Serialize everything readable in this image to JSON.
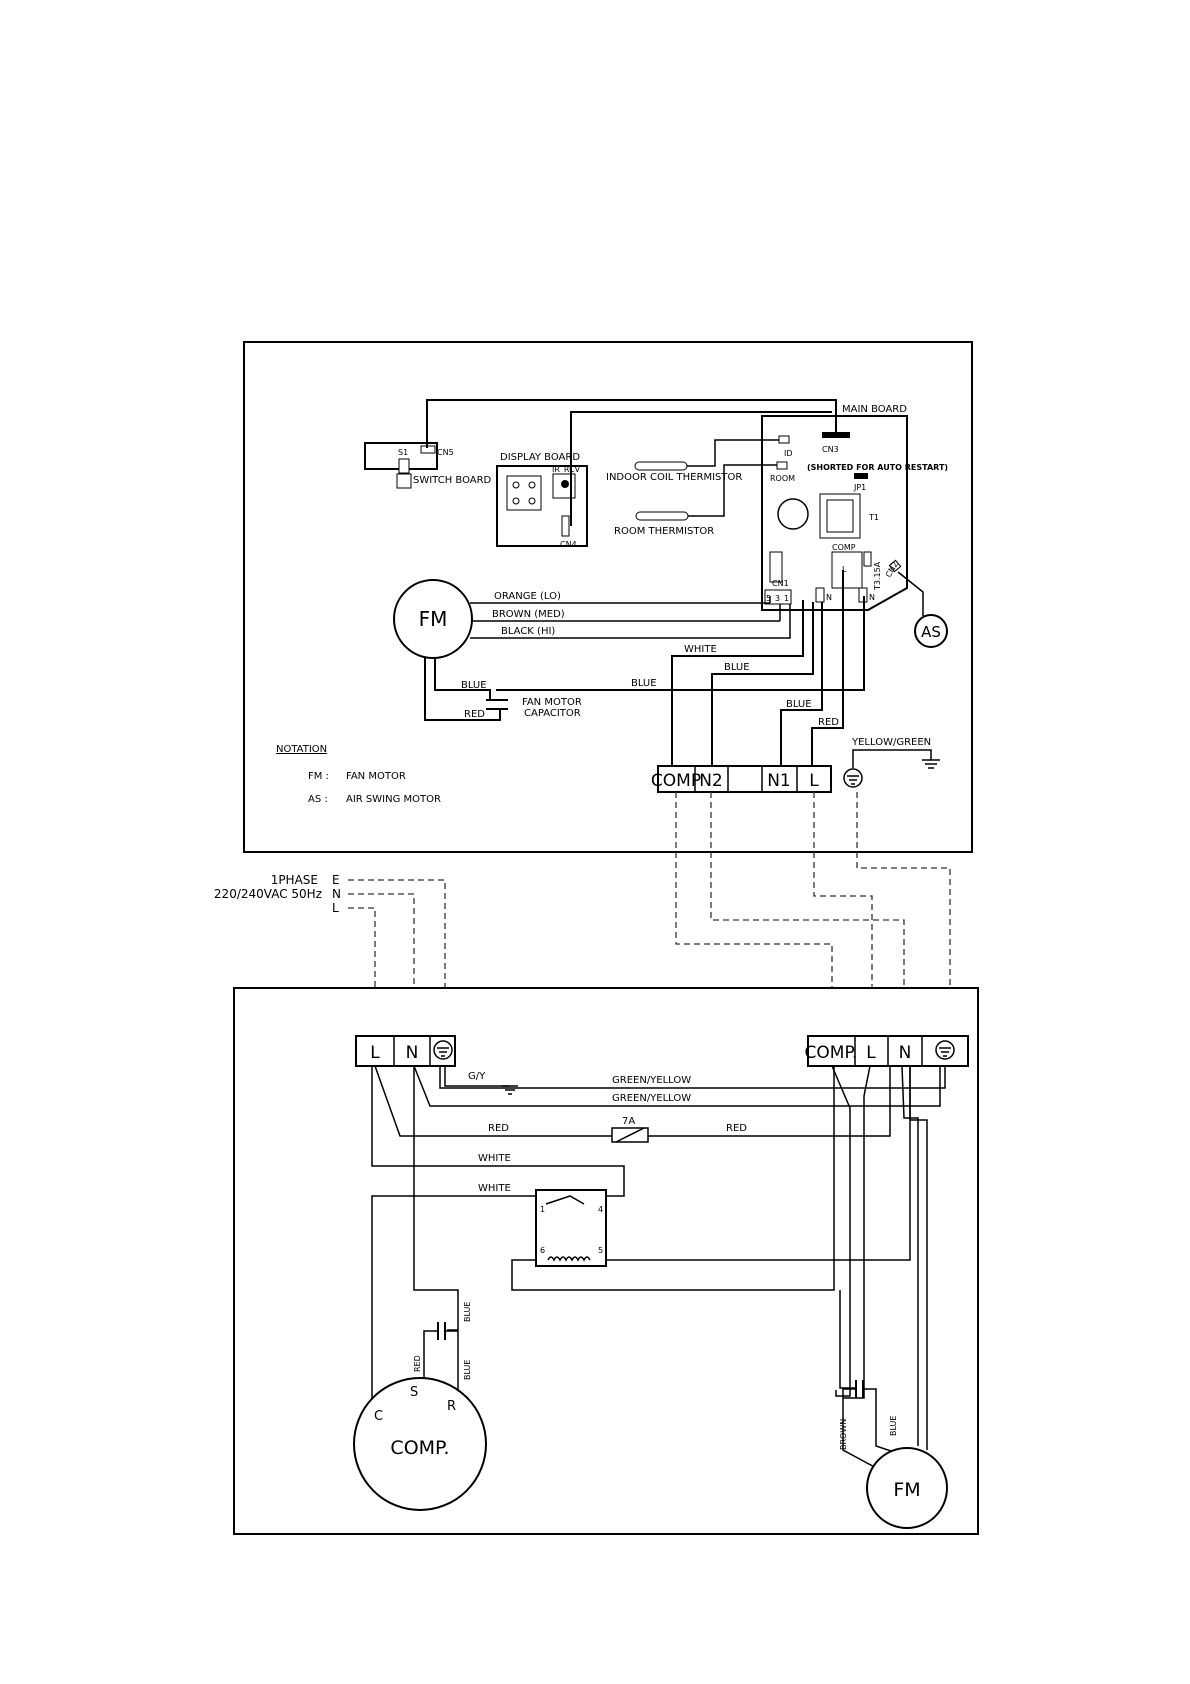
{
  "indoor": {
    "main_board": "MAIN BOARD",
    "cn3": "CN3",
    "id": "ID",
    "room": "ROOM",
    "shorted_note": "(SHORTED FOR AUTO RESTART)",
    "jp1": "JP1",
    "t1": "T1",
    "comp": "COMP",
    "fuse": "T3.15A",
    "cn2": "CN2",
    "cn1": "CN1",
    "n_left": "N",
    "n_right": "N",
    "l_relay": "L",
    "cn1_pins": [
      "5",
      "3",
      "1"
    ],
    "switch_board": "SWITCH BOARD",
    "s1": "S1",
    "cn5": "CN5",
    "display_board": "DISPLAY BOARD",
    "ir_rcv": "IR_RCV",
    "cn4": "CN4",
    "indoor_coil_thermistor": "INDOOR COIL THERMISTOR",
    "room_thermistor": "ROOM THERMISTOR",
    "fm": "FM",
    "as": "AS",
    "orange": "ORANGE (LO)",
    "brown": "BROWN (MED)",
    "black": "BLACK (HI)",
    "white": "WHITE",
    "blue1": "BLUE",
    "blue2": "BLUE",
    "blue3": "BLUE",
    "blue4": "BLUE",
    "red1": "RED",
    "red2": "RED",
    "yellow_green": "YELLOW/GREEN",
    "fan_motor_capacitor_1": "FAN MOTOR",
    "fan_motor_capacitor_2": "CAPACITOR",
    "terminals": [
      "COMP",
      "N2",
      "",
      "N1",
      "L"
    ],
    "notation_title": "NOTATION",
    "notation_fm_key": "FM :",
    "notation_fm_val": "FAN MOTOR",
    "notation_as_key": "AS :",
    "notation_as_val": "AIR SWING MOTOR"
  },
  "supply": {
    "phase": "1PHASE",
    "voltage": "220/240VAC 50Hz",
    "e": "E",
    "n": "N",
    "l": "L"
  },
  "outdoor": {
    "left_terminals": [
      "L",
      "N"
    ],
    "right_terminals": [
      "COMP.",
      "L",
      "N"
    ],
    "gy": "G/Y",
    "green_yellow_1": "GREEN/YELLOW",
    "green_yellow_2": "GREEN/YELLOW",
    "red_left": "RED",
    "red_right": "RED",
    "fuse_7a": "7A",
    "white1": "WHITE",
    "white2": "WHITE",
    "relay_pins": [
      "1",
      "4",
      "6",
      "5"
    ],
    "blue_top": "BLUE",
    "blue_bottom": "BLUE",
    "red_cap": "RED",
    "brown": "BROWN",
    "blue_fm": "BLUE",
    "comp": "COMP.",
    "comp_c": "C",
    "comp_s": "S",
    "comp_r": "R",
    "fm": "FM"
  }
}
